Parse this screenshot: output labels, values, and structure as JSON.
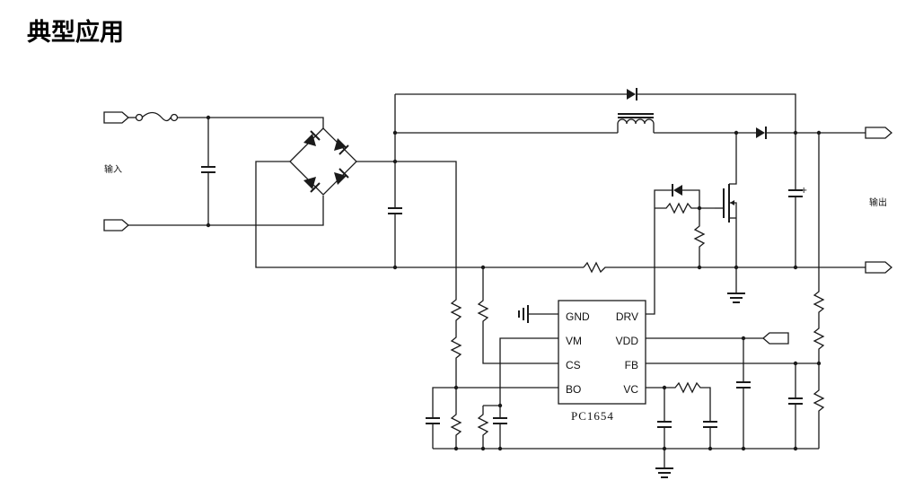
{
  "page": {
    "title": "典型应用"
  },
  "diagram": {
    "input_label": "输入",
    "output_label": "输出",
    "chip": {
      "name": "PC1654",
      "pins_left": [
        "GND",
        "VM",
        "CS",
        "BO"
      ],
      "pins_right": [
        "DRV",
        "VDD",
        "FB",
        "VC"
      ]
    },
    "polarity_mark": "+"
  }
}
